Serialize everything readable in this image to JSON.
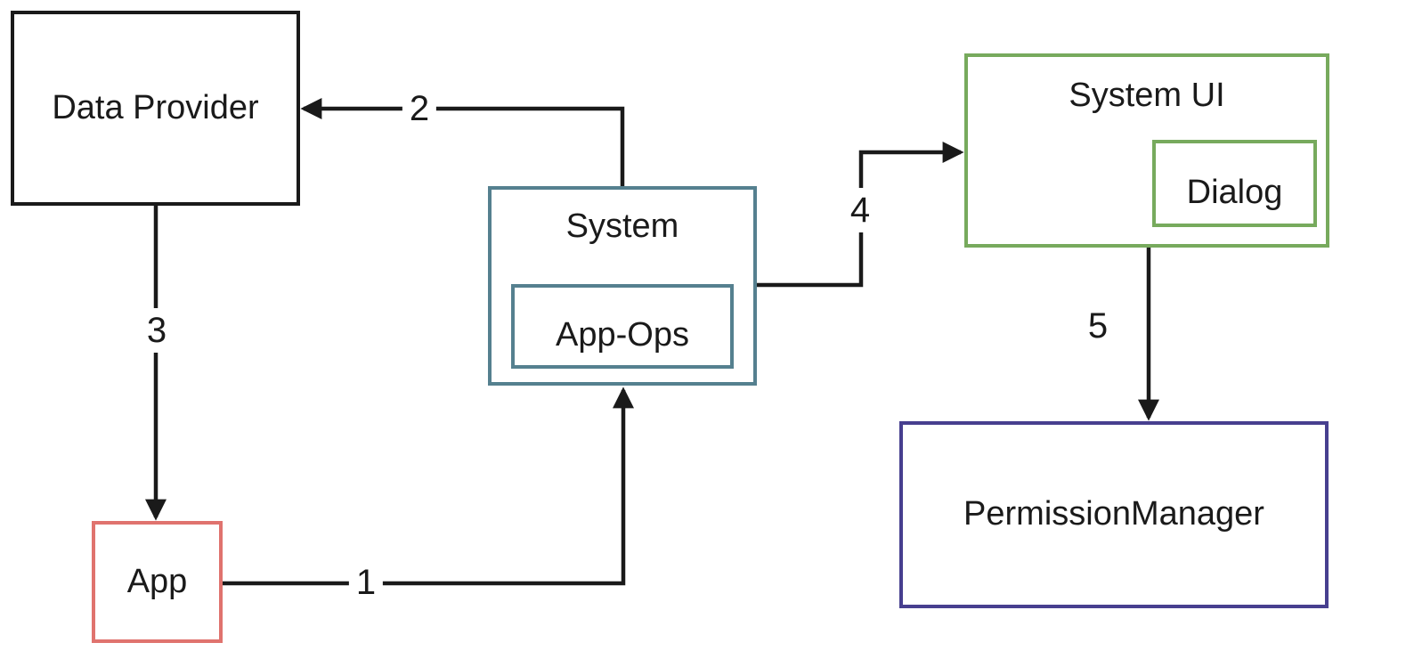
{
  "diagram": {
    "type": "flow-diagram",
    "background_color": "#ffffff",
    "line_color": "#1a1a1a",
    "boxes": {
      "data_provider": {
        "label": "Data Provider",
        "border_color": "#1a1a1a"
      },
      "app": {
        "label": "App",
        "border_color": "#e0736e"
      },
      "system": {
        "label": "System",
        "border_color": "#55808f"
      },
      "app_ops": {
        "label": "App-Ops",
        "border_color": "#55808f",
        "parent": "system"
      },
      "system_ui": {
        "label": "System UI",
        "border_color": "#77aa5d"
      },
      "dialog": {
        "label": "Dialog",
        "border_color": "#77aa5d",
        "parent": "system_ui"
      },
      "permission_manager": {
        "label": "PermissionManager",
        "border_color": "#473f8f"
      }
    },
    "arrows": {
      "a1": {
        "label": "1",
        "from": "app",
        "to": "system"
      },
      "a2": {
        "label": "2",
        "from": "system",
        "to": "data_provider"
      },
      "a3": {
        "label": "3",
        "from": "data_provider",
        "to": "app"
      },
      "a4": {
        "label": "4",
        "from": "system",
        "to": "system_ui"
      },
      "a5": {
        "label": "5",
        "from": "system_ui",
        "to": "permission_manager"
      }
    }
  }
}
